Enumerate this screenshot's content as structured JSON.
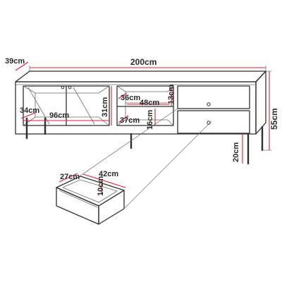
{
  "dimensions": {
    "depth": "39cm",
    "width": "200cm",
    "height": "55cm",
    "leg_height": "20cm",
    "left_compartment_depth": "34cm",
    "left_compartment_width": "96cm",
    "left_compartment_height": "31cm",
    "shelf_depth": "36cm",
    "shelf_width": "48cm",
    "upper_shelf_height": "13cm",
    "lower_shelf_depth": "37cm",
    "lower_shelf_height": "16cm",
    "drawer_depth": "27cm",
    "drawer_width": "42cm",
    "drawer_height": "10cm"
  },
  "colors": {
    "dimension_line": "#e0203a",
    "outline": "#2f2f2f"
  }
}
